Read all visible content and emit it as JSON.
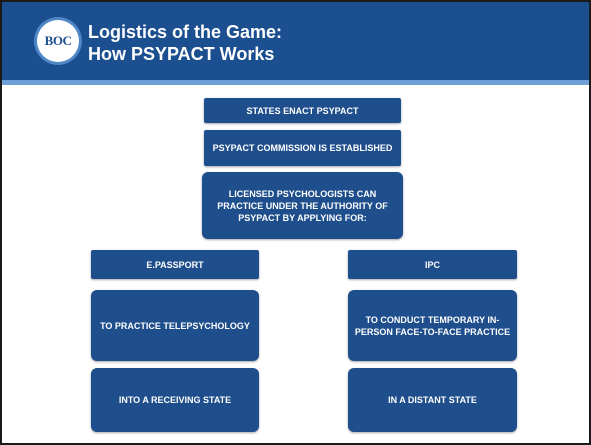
{
  "header": {
    "logo_text": "BOC",
    "title_line1": "Logistics of the Game:",
    "title_line2": "How PSYPACT Works"
  },
  "flow": {
    "step1": "STATES ENACT PSYPACT",
    "step2": "PSYPACT COMMISSION IS ESTABLISHED",
    "step3": "LICENSED PSYCHOLOGISTS CAN PRACTICE UNDER THE AUTHORITY OF PSYPACT BY APPLYING FOR:"
  },
  "left_branch": {
    "label": "E.PASSPORT",
    "purpose": "TO PRACTICE TELEPSYCHOLOGY",
    "scope": "INTO A RECEIVING STATE"
  },
  "right_branch": {
    "label": "IPC",
    "purpose": "TO CONDUCT TEMPORARY IN-PERSON FACE-TO-FACE PRACTICE",
    "scope": "IN A DISTANT STATE"
  },
  "colors": {
    "header_bg": "#1b4f8f",
    "accent": "#6e9fd6",
    "box_bg": "#1f4e8c"
  }
}
